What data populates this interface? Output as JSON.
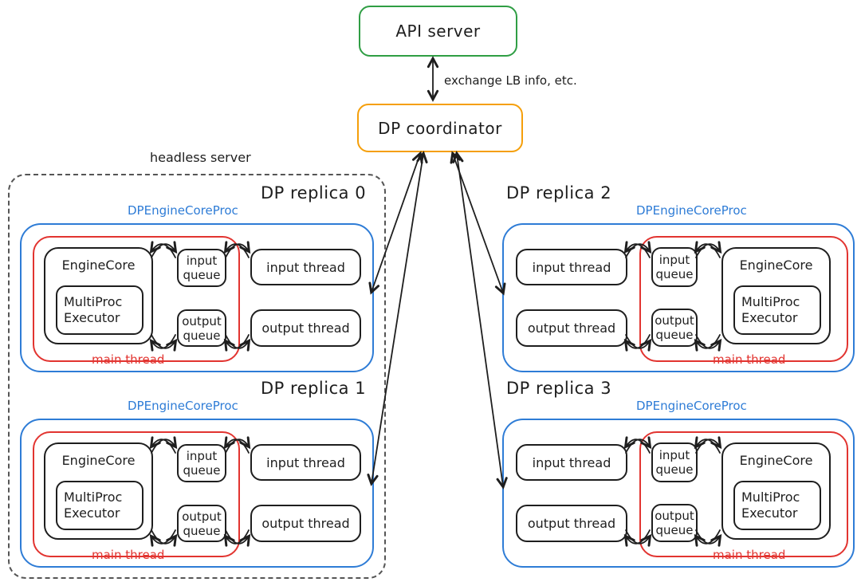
{
  "api_server": {
    "label": "API server"
  },
  "coordinator": {
    "label": "DP coordinator"
  },
  "arrow_label": "exchange LB info, etc.",
  "headless_server": {
    "label": "headless server"
  },
  "shared": {
    "proc_label": "DPEngineCoreProc",
    "main_thread": "main thread",
    "engine_core": "EngineCore",
    "multiproc_executor": "MultiProc Executor",
    "input_queue": "input queue",
    "output_queue": "output queue",
    "input_thread": "input thread",
    "output_thread": "output thread"
  },
  "replicas": [
    {
      "title": "DP replica 0"
    },
    {
      "title": "DP replica 1"
    },
    {
      "title": "DP replica 2"
    },
    {
      "title": "DP replica 3"
    }
  ],
  "colors": {
    "green": "#2f9e44",
    "orange": "#f59f0a",
    "blue": "#2e7cd6",
    "red": "#e23430",
    "ink": "#1e1e1e"
  }
}
